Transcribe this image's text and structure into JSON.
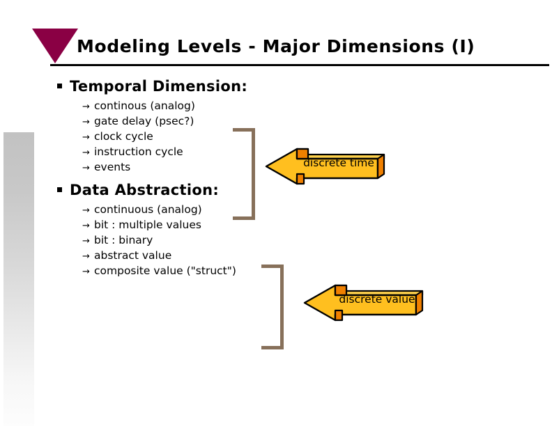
{
  "slide": {
    "title": "Modeling Levels - Major Dimensions (I)",
    "logo_icon": "triangle-down-icon",
    "accent_color": "#8a0044",
    "rule_color": "#000000",
    "bracket_color": "#87705a",
    "arrow_fill_color": "#ffbf1f",
    "arrow_side_color": "#f08000",
    "sidebar_gradient_from": "#c2c2c2",
    "sidebar_gradient_to": "#fdfdfd"
  },
  "sections": [
    {
      "bullet_icon": "square-bullet-icon",
      "heading": "Temporal Dimension:",
      "sub_bullet_icon": "arrow-right-icon",
      "items": [
        "continous (analog)",
        "gate delay (psec?)",
        "clock cycle",
        "instruction cycle",
        "events"
      ]
    },
    {
      "bullet_icon": "square-bullet-icon",
      "heading": "Data Abstraction:",
      "sub_bullet_icon": "arrow-right-icon",
      "items": [
        "continuous (analog)",
        "bit : multiple values",
        "bit : binary",
        "abstract value",
        "composite value (\"struct\")"
      ]
    }
  ],
  "callouts": [
    {
      "label": "discrete time",
      "icon": "block-arrow-left-icon"
    },
    {
      "label": "discrete value",
      "icon": "block-arrow-left-icon"
    }
  ],
  "glyphs": {
    "sub_arrow": "→"
  }
}
